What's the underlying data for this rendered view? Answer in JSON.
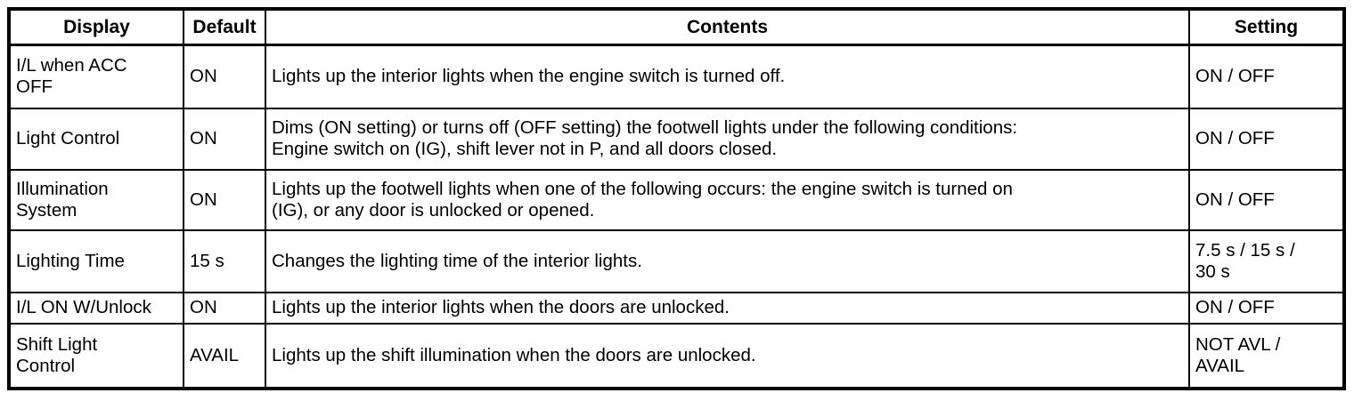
{
  "table": {
    "headers": {
      "display": "Display",
      "default": "Default",
      "contents": "Contents",
      "setting": "Setting"
    },
    "rows": [
      {
        "display": "I/L when ACC\nOFF",
        "default": "ON",
        "contents": "Lights up the interior lights when the engine switch is turned off.",
        "setting": "ON / OFF"
      },
      {
        "display": "Light Control",
        "default": "ON",
        "contents": "Dims (ON setting) or turns off (OFF setting) the footwell lights under the following conditions:\nEngine switch on (IG), shift lever not in P, and all doors closed.",
        "setting": "ON / OFF"
      },
      {
        "display": "Illumination\nSystem",
        "default": "ON",
        "contents": "Lights up the footwell lights when one of the following occurs: the engine switch is turned on\n(IG), or any door is unlocked or opened.",
        "setting": "ON / OFF"
      },
      {
        "display": "Lighting Time",
        "default": "15 s",
        "contents": "Changes the lighting time of the interior lights.",
        "setting": "7.5 s / 15 s /\n30 s"
      },
      {
        "display": "I/L ON W/Unlock",
        "default": "ON",
        "contents": "Lights up the interior lights when the doors are unlocked.",
        "setting": "ON / OFF"
      },
      {
        "display": "Shift Light\nControl",
        "default": "AVAIL",
        "contents": "Lights up the shift illumination when the doors are unlocked.",
        "setting": "NOT AVL /\nAVAIL"
      }
    ]
  },
  "colors": {
    "border": "#000000",
    "text": "#000000",
    "background": "#ffffff"
  }
}
